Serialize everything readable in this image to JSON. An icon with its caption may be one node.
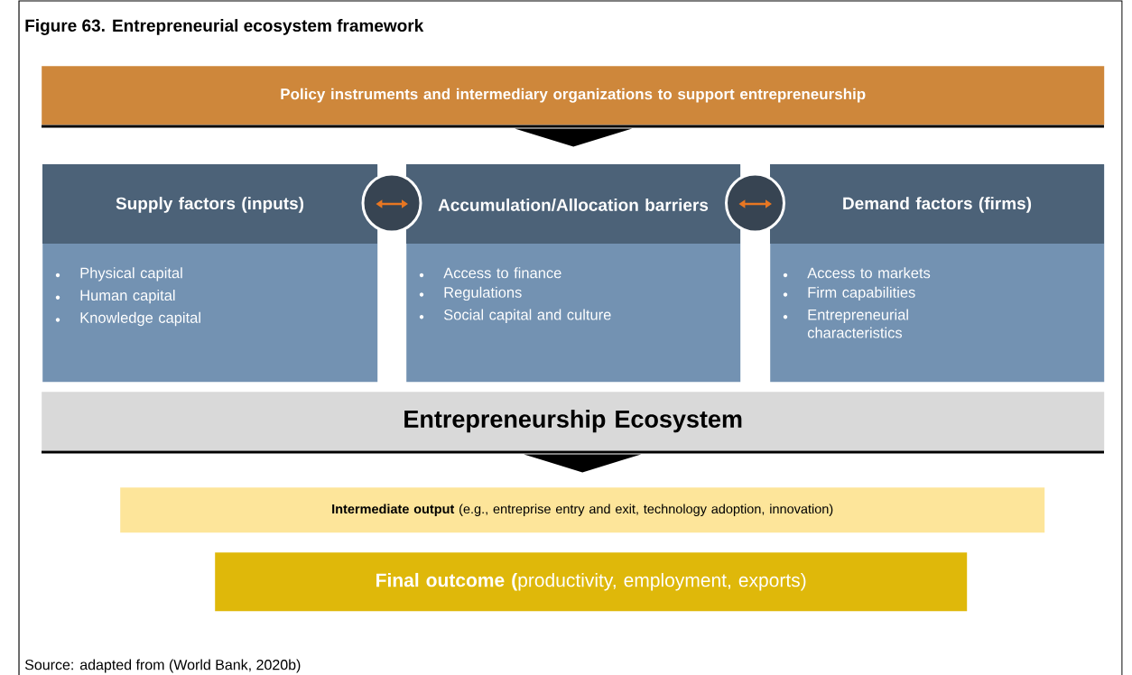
{
  "diagram": {
    "title": "Figure 63. Entrepreneurial ecosystem framework",
    "nodes": [
      {
        "text": [
          "Policy instruments and intermediary organizations to support entrepreneurship"
        ]
      },
      {
        "text": [
          "Supply factors (inputs)",
          "Physical capital",
          "Human capital",
          "Knowledge capital"
        ]
      },
      {
        "text": [
          "Accumulation/Allocation barriers",
          "Access to finance",
          "Regulations",
          "Social capital and culture"
        ]
      },
      {
        "text": [
          "Demand factors (firms)",
          "Access to markets",
          "Firm capabilities",
          "Entrepreneurial characteristics"
        ]
      },
      {
        "text": [
          "Entrepreneurship Ecosystem"
        ]
      },
      {
        "text": [
          "**Intermediate output** (e.g., entreprise entry and exit, technology adoption, innovation)"
        ]
      },
      {
        "text": [
          "**Final outcome (**productivity, employment, exports)"
        ]
      }
    ],
    "edges": [
      {
        "from": 0,
        "to": 2,
        "arrow": "to"
      },
      {
        "from": 1,
        "to": 2,
        "arrow": "both",
        "color": "#e87722"
      },
      {
        "from": 2,
        "to": 3,
        "arrow": "both",
        "color": "#e87722"
      },
      {
        "from": 4,
        "to": 5,
        "arrow": "to"
      }
    ],
    "labels": [
      "Source: adapted from (World Bank, 2020b)"
    ]
  }
}
